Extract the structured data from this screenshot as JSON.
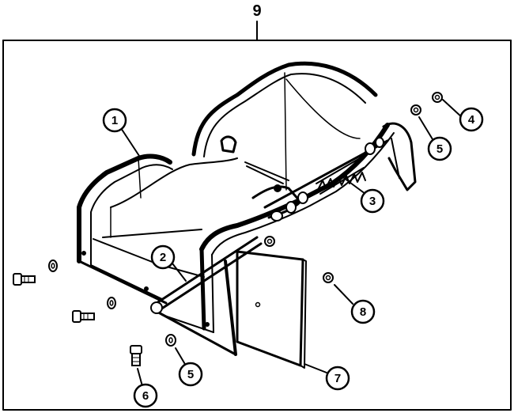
{
  "assembly": {
    "number": "9"
  },
  "callouts": [
    {
      "id": "callout-1",
      "label": "1"
    },
    {
      "id": "callout-2",
      "label": "2"
    },
    {
      "id": "callout-3",
      "label": "3"
    },
    {
      "id": "callout-4",
      "label": "4"
    },
    {
      "id": "callout-5-upper",
      "label": "5"
    },
    {
      "id": "callout-8",
      "label": "8"
    },
    {
      "id": "callout-5-lower",
      "label": "5"
    },
    {
      "id": "callout-6",
      "label": "6"
    },
    {
      "id": "callout-7",
      "label": "7"
    }
  ]
}
